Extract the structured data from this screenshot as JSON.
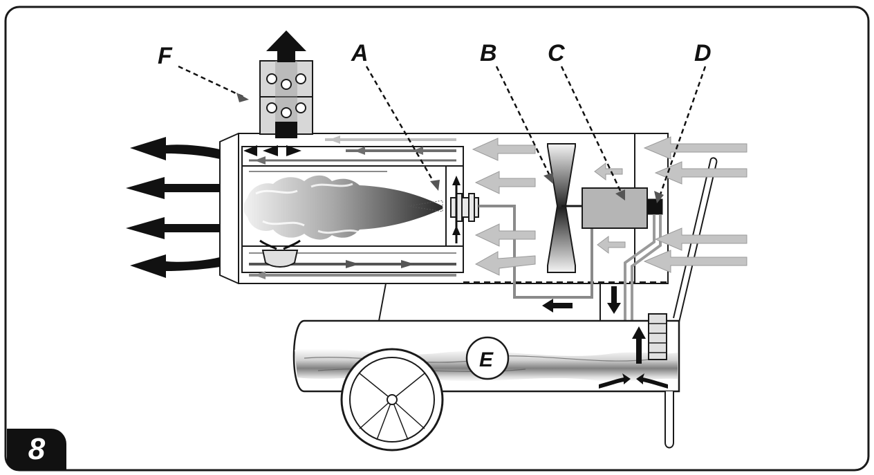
{
  "figure_number": "8",
  "labels": {
    "a": "A",
    "b": "B",
    "c": "C",
    "d": "D",
    "e": "E",
    "f": "F"
  },
  "colors": {
    "outline": "#1a1a1a",
    "hot_arrow": "#111111",
    "cold_arrow": "#c4c4c4",
    "mid_arrow": "#6e6e6e",
    "component_fill": "#b5b5b5",
    "fuel": "#8c8c8c"
  }
}
